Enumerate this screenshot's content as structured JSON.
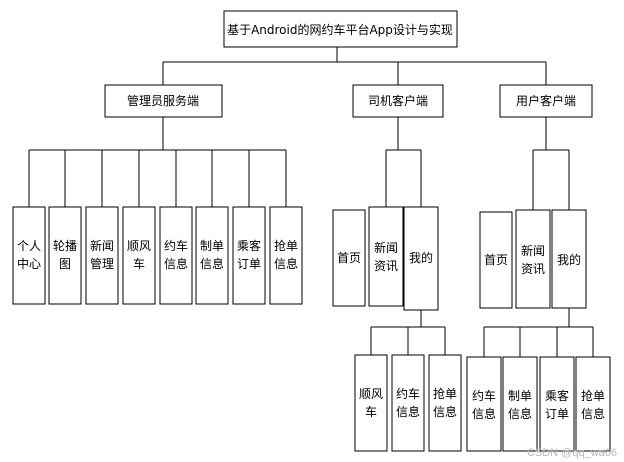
{
  "root": {
    "label": "基于Android的网约车平台App设计与实现"
  },
  "branches": {
    "admin": {
      "label": "管理员服务端",
      "children": [
        {
          "lines": [
            "个人",
            "中心"
          ]
        },
        {
          "lines": [
            "轮播",
            "图"
          ]
        },
        {
          "lines": [
            "新闻",
            "管理"
          ]
        },
        {
          "lines": [
            "顺风",
            "车"
          ]
        },
        {
          "lines": [
            "约车",
            "信息"
          ]
        },
        {
          "lines": [
            "制单",
            "信息"
          ]
        },
        {
          "lines": [
            "乘客",
            "订单"
          ]
        },
        {
          "lines": [
            "抢单",
            "信息"
          ]
        }
      ]
    },
    "driver": {
      "label": "司机客户端",
      "children": [
        {
          "lines": [
            "首页"
          ]
        },
        {
          "lines": [
            "新闻",
            "资讯"
          ]
        },
        {
          "lines": [
            "我的"
          ]
        }
      ],
      "mine_children": [
        {
          "lines": [
            "顺风",
            "车"
          ]
        },
        {
          "lines": [
            "约车",
            "信息"
          ]
        },
        {
          "lines": [
            "抢单",
            "信息"
          ]
        }
      ]
    },
    "user": {
      "label": "用户客户端",
      "children": [
        {
          "lines": [
            "首页"
          ]
        },
        {
          "lines": [
            "新闻",
            "资讯"
          ]
        },
        {
          "lines": [
            "我的"
          ]
        }
      ],
      "mine_children": [
        {
          "lines": [
            "约车",
            "信息"
          ]
        },
        {
          "lines": [
            "制单",
            "信息"
          ]
        },
        {
          "lines": [
            "乘客",
            "订单"
          ]
        },
        {
          "lines": [
            "抢单",
            "信息"
          ]
        }
      ]
    }
  },
  "watermark": "CSDN @qq_wa66"
}
